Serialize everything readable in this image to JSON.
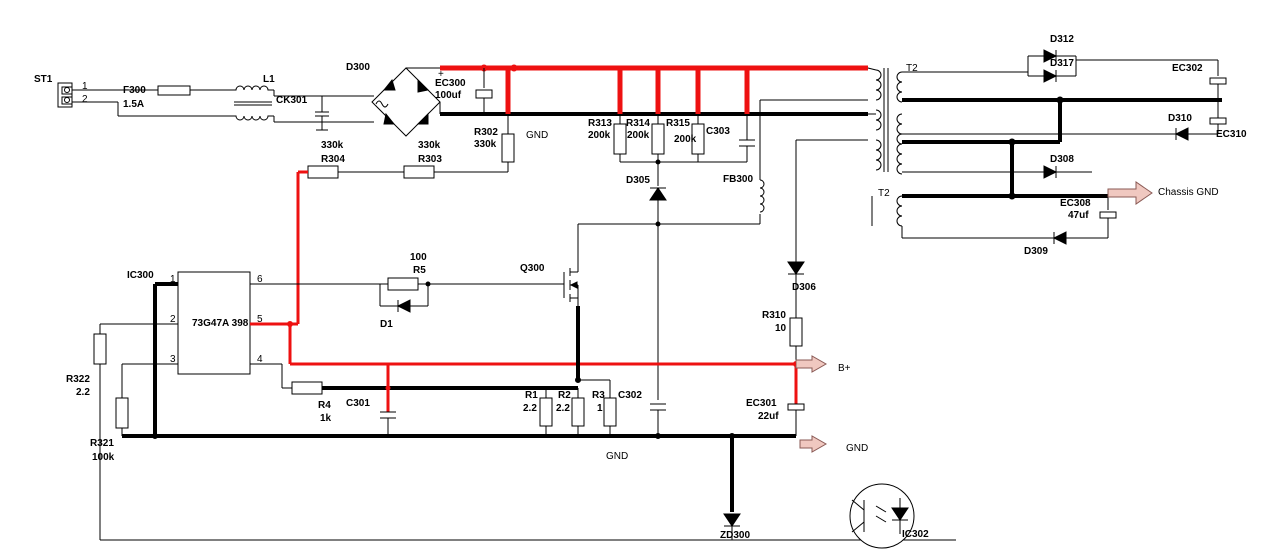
{
  "components": {
    "st1": "ST1",
    "pin1": "1",
    "pin2": "2",
    "f300": "F300",
    "f300_rating": "1.5A",
    "l1": "L1",
    "ck301": "CK301",
    "d300": "D300",
    "ec300": "EC300",
    "ec300_val": "100uf",
    "plus": "+",
    "r302": "R302",
    "r302_val": "330k",
    "gnd_top": "GND",
    "r304_val": "330k",
    "r304": "R304",
    "r303_val": "330k",
    "r303": "R303",
    "r313": "R313",
    "r313_val": "200k",
    "r314": "R314",
    "r314_val": "200k",
    "r315": "R315",
    "r315_val": "200k",
    "c303": "C303",
    "d305": "D305",
    "fb300": "FB300",
    "t2_top": "T2",
    "t2_bottom": "T2",
    "d312": "D312",
    "d317": "D317",
    "ec302": "EC302",
    "d310": "D310",
    "ec310": "EC310",
    "d308": "D308",
    "chassis_gnd": "Chassis GND",
    "ec308": "EC308",
    "ec308_val": "47uf",
    "d309": "D309",
    "ic300": "IC300",
    "ic_name": "73G47A 398",
    "ic_pin1": "1",
    "ic_pin2": "2",
    "ic_pin3": "3",
    "ic_pin4": "4",
    "ic_pin5": "5",
    "ic_pin6": "6",
    "r5_val": "100",
    "r5": "R5",
    "d1": "D1",
    "q300": "Q300",
    "d306": "D306",
    "r310": "R310",
    "r310_val": "10",
    "b_plus": "B+",
    "r322": "R322",
    "r322_val": "2.2",
    "r4": "R4",
    "r4_val": "1k",
    "c301": "C301",
    "r1": "R1",
    "r1_val": "2.2",
    "r2": "R2",
    "r2_val": "2.2",
    "r3": "R3",
    "r3_val": "1",
    "c302": "C302",
    "ec301": "EC301",
    "ec301_val": "22uf",
    "gnd_right": "GND",
    "r321": "R321",
    "r321_val": "100k",
    "gnd_bottom": "GND",
    "zd300": "ZD300",
    "ic302": "IC302"
  },
  "colors": {
    "highlight_net": "#ee1111",
    "wire": "#000000",
    "arrow_fill": "#f0c8c0"
  }
}
